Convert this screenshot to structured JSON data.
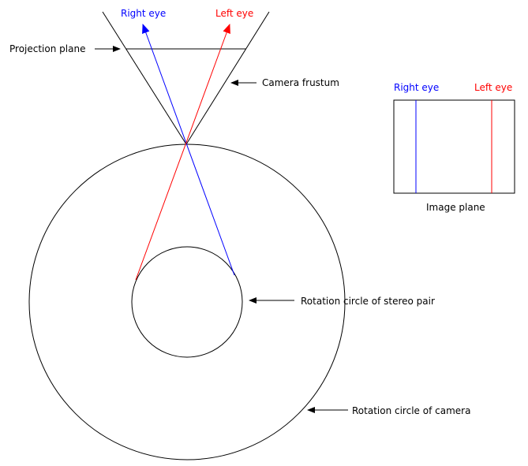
{
  "labels": {
    "right_eye_top": "Right eye",
    "left_eye_top": "Left eye",
    "projection_plane": "Projection plane",
    "camera_frustum": "Camera frustum",
    "right_eye_panel": "Right eye",
    "left_eye_panel": "Left eye",
    "image_plane": "Image plane",
    "rotation_stereo": "Rotation circle of stereo pair",
    "rotation_camera": "Rotation circle of camera"
  },
  "colors": {
    "right_eye": "#0000ff",
    "left_eye": "#ff0000",
    "line": "#000000"
  }
}
